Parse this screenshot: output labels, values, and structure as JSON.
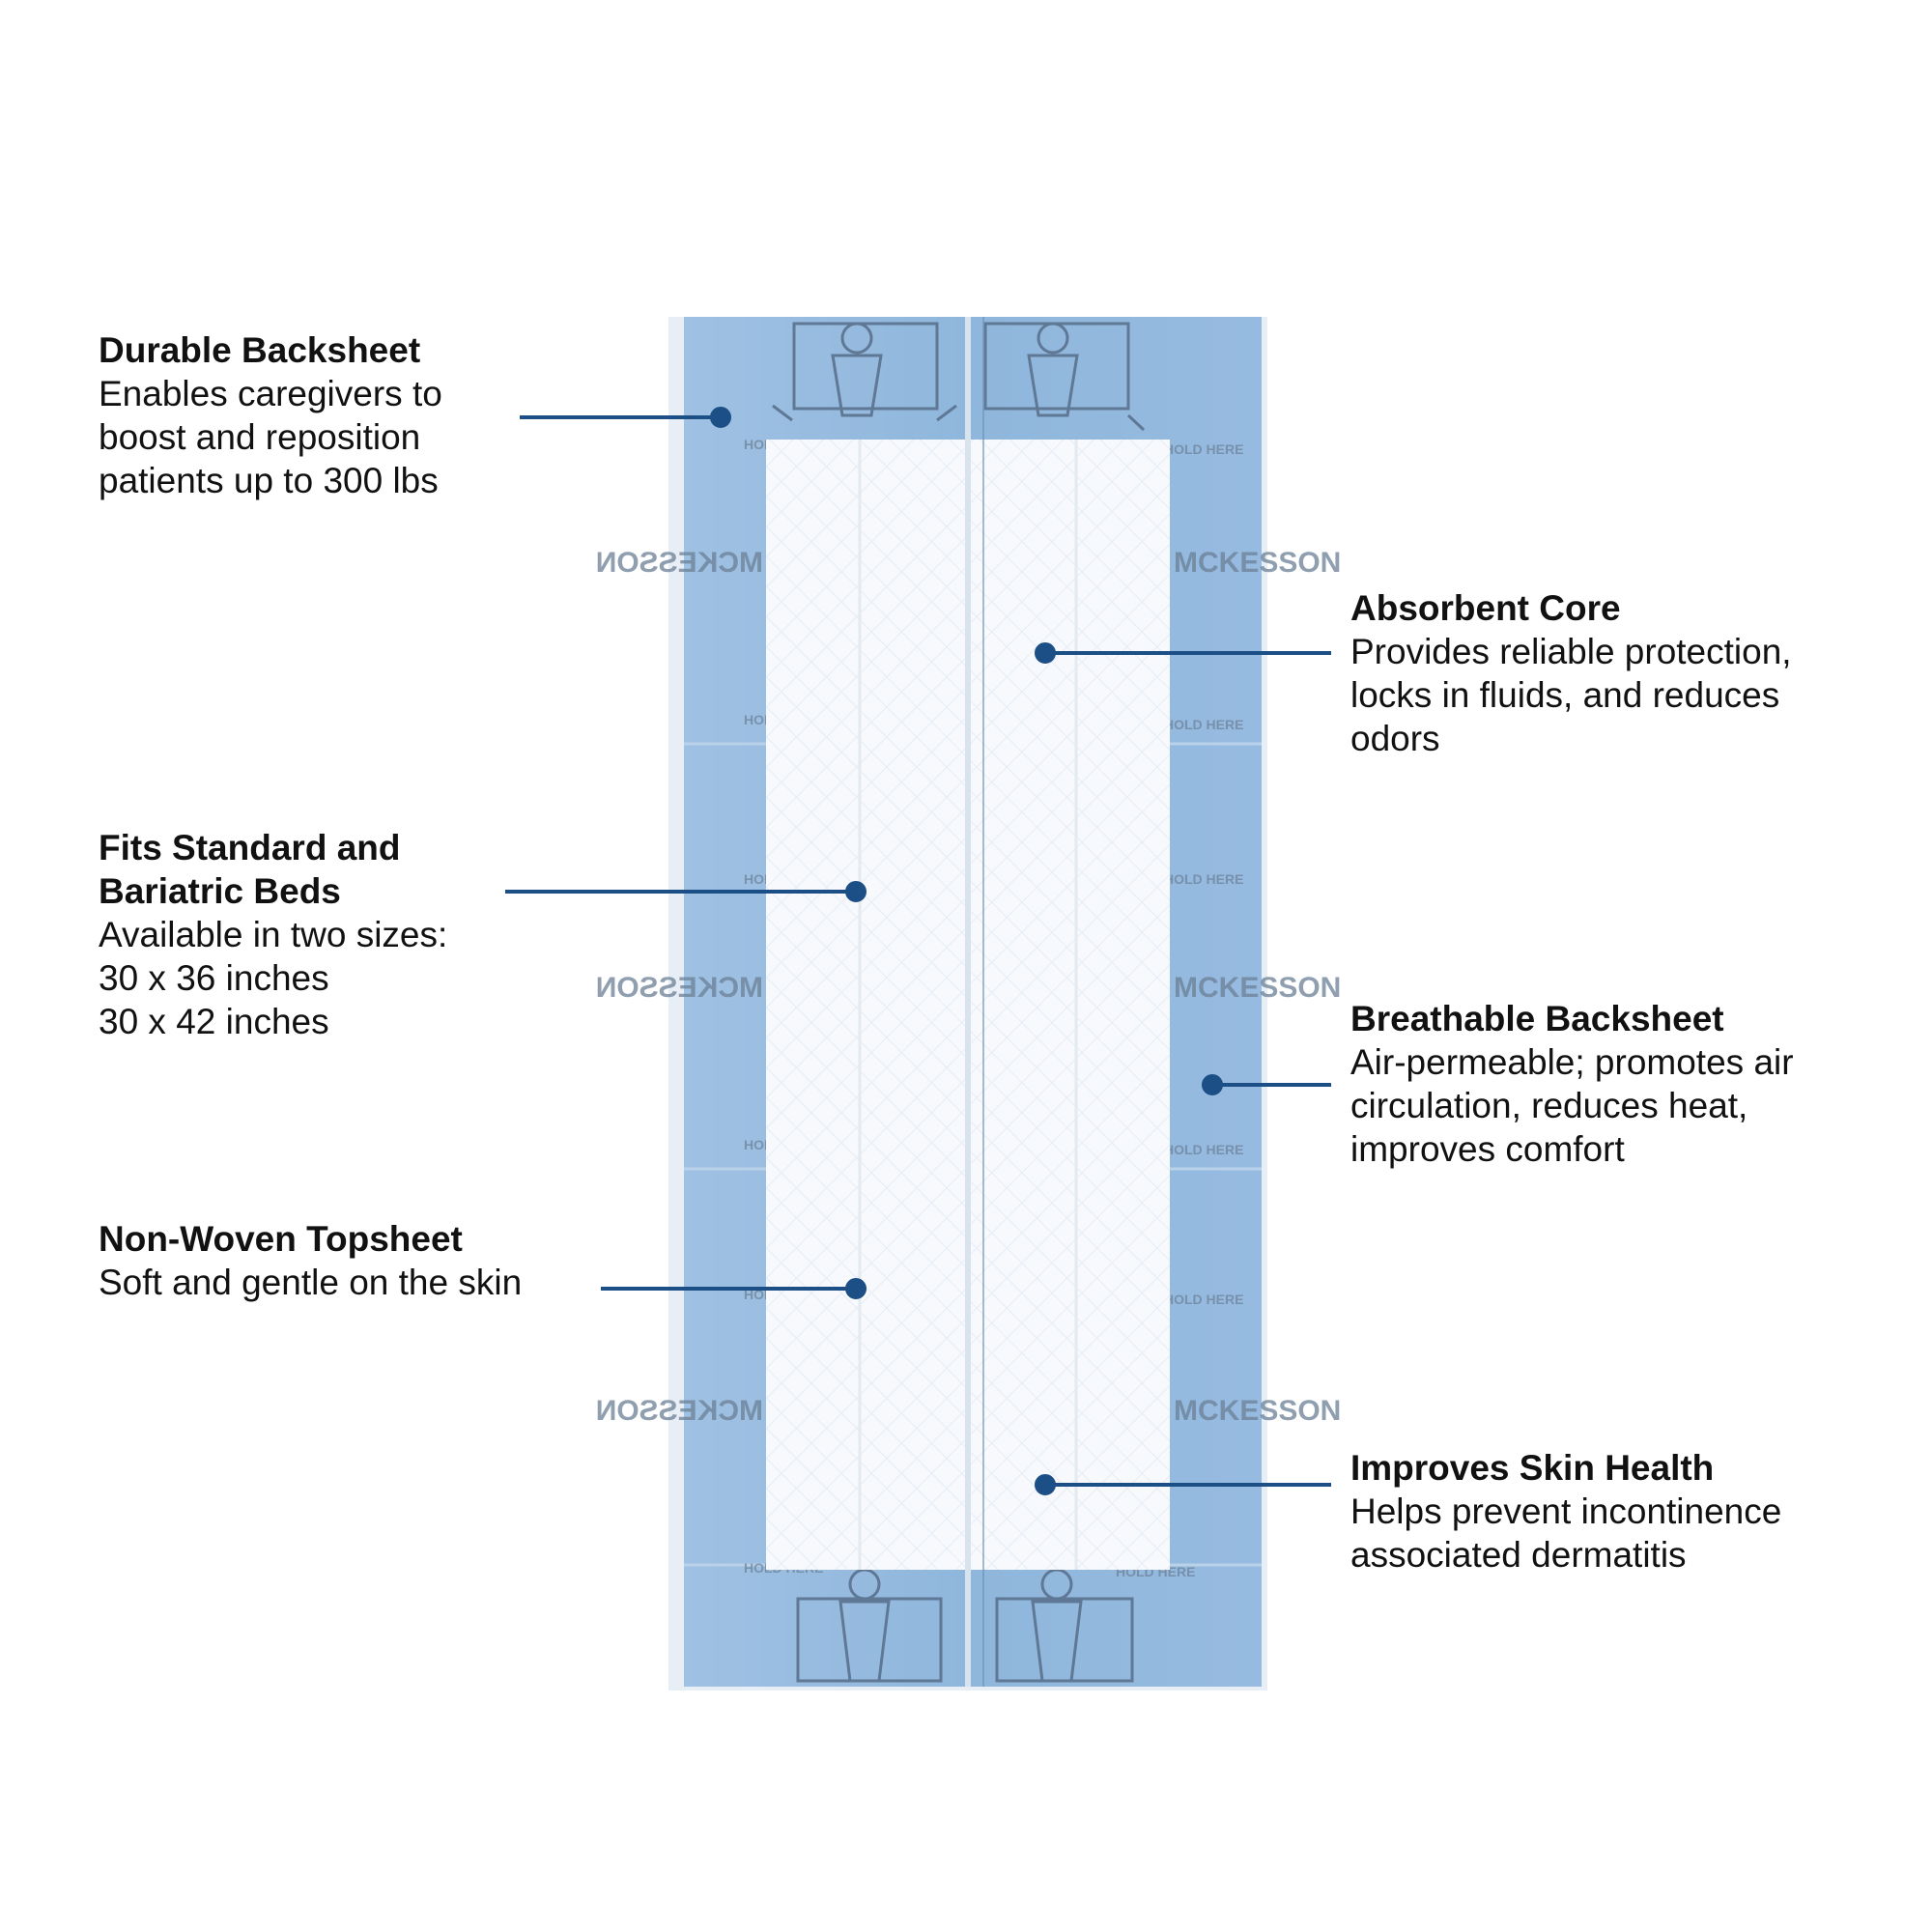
{
  "colors": {
    "pad_blue": "#8fb6dc",
    "pad_blue_light": "#a8c8e6",
    "core_white": "#f7f9fc",
    "callout_line": "#1c4f86",
    "print_gray": "#6b7f95"
  },
  "callouts": {
    "durable": {
      "title": "Durable Backsheet",
      "desc": "Enables caregivers to\nboost and reposition\npatients up to 300 lbs"
    },
    "fits": {
      "title": "Fits Standard and\nBariatric Beds",
      "desc": "Available in two sizes:\n30 x 36 inches\n30 x 42 inches"
    },
    "nonwoven": {
      "title": "Non-Woven Topsheet",
      "desc": "Soft and gentle on the skin"
    },
    "absorbent": {
      "title": "Absorbent Core",
      "desc": "Provides reliable protection,\nlocks in fluids, and reduces\nodors"
    },
    "breathable": {
      "title": "Breathable Backsheet",
      "desc": "Air-permeable; promotes air\ncirculation, reduces heat,\nimproves comfort"
    },
    "skin": {
      "title": "Improves Skin Health",
      "desc": "Helps prevent incontinence\nassociated dermatitis"
    }
  },
  "pad_print": {
    "brand_mark": "MCKESSON",
    "hold_here": "HOLD HERE"
  }
}
